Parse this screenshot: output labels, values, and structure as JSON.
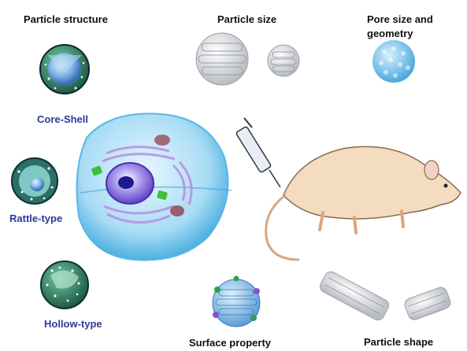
{
  "labels": {
    "particle_structure": "Particle structure",
    "particle_size": "Particle size",
    "pore_size_line1": "Pore size and",
    "pore_size_line2": "geometry",
    "core_shell": "Core-Shell",
    "rattle_type": "Rattle-type",
    "hollow_type": "Hollow-type",
    "surface_property": "Surface property",
    "particle_shape": "Particle shape"
  }
}
